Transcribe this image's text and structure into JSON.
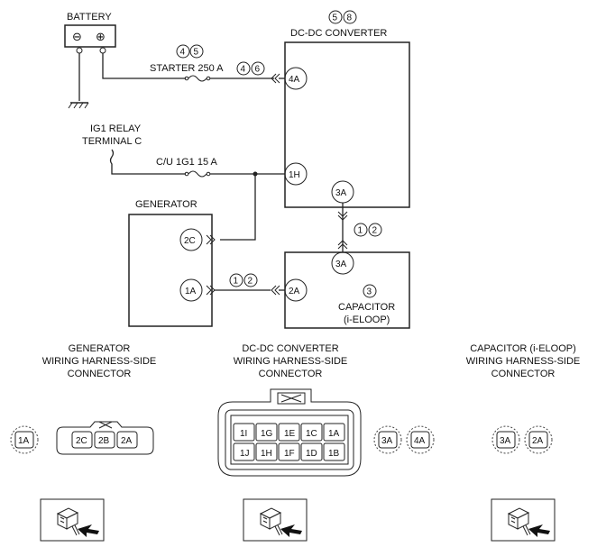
{
  "components": {
    "battery": "BATTERY",
    "battery_minus": "⊖",
    "battery_plus": "⊕",
    "dcdc_notes": [
      "5",
      "8"
    ],
    "dcdc": "DC-DC CONVERTER",
    "generator": "GENERATOR",
    "capacitor_note": "3",
    "capacitor": "CAPACITOR",
    "capacitor_sub": "(i-ELOOP)"
  },
  "fuses": {
    "starter": "STARTER 250 A",
    "starter_notes_top": [
      "4",
      "5"
    ],
    "starter_notes_right": [
      "4",
      "6"
    ],
    "cu": "C/U 1G1 15 A"
  },
  "relay": {
    "line1": "IG1 RELAY",
    "line2": "TERMINAL C"
  },
  "pins": {
    "dcdc_4a": "4A",
    "dcdc_1h": "1H",
    "dcdc_3a": "3A",
    "cap_3a": "3A",
    "cap_2a": "2A",
    "gen_2c": "2C",
    "gen_1a": "1A"
  },
  "wire_notes": {
    "dcdc_cap": [
      "1",
      "2"
    ],
    "gen_cap": [
      "1",
      "2"
    ]
  },
  "connectors": {
    "generator": {
      "title": [
        "GENERATOR",
        "WIRING HARNESS-SIDE",
        "CONNECTOR"
      ],
      "separate_pin": "1A",
      "pins": [
        "2C",
        "2B",
        "2A"
      ]
    },
    "dcdc": {
      "title": [
        "DC-DC CONVERTER",
        "WIRING HARNESS-SIDE",
        "CONNECTOR"
      ],
      "row1": [
        "1I",
        "1G",
        "1E",
        "1C",
        "1A"
      ],
      "row2": [
        "1J",
        "1H",
        "1F",
        "1D",
        "1B"
      ],
      "separate_pins": [
        "3A",
        "4A"
      ]
    },
    "capacitor": {
      "title": [
        "CAPACITOR (i-ELOOP)",
        "WIRING HARNESS-SIDE",
        "CONNECTOR"
      ],
      "separate_pins": [
        "3A",
        "2A"
      ]
    }
  },
  "icons": [
    "connector-probe-icon",
    "connector-probe-icon",
    "connector-probe-icon"
  ]
}
